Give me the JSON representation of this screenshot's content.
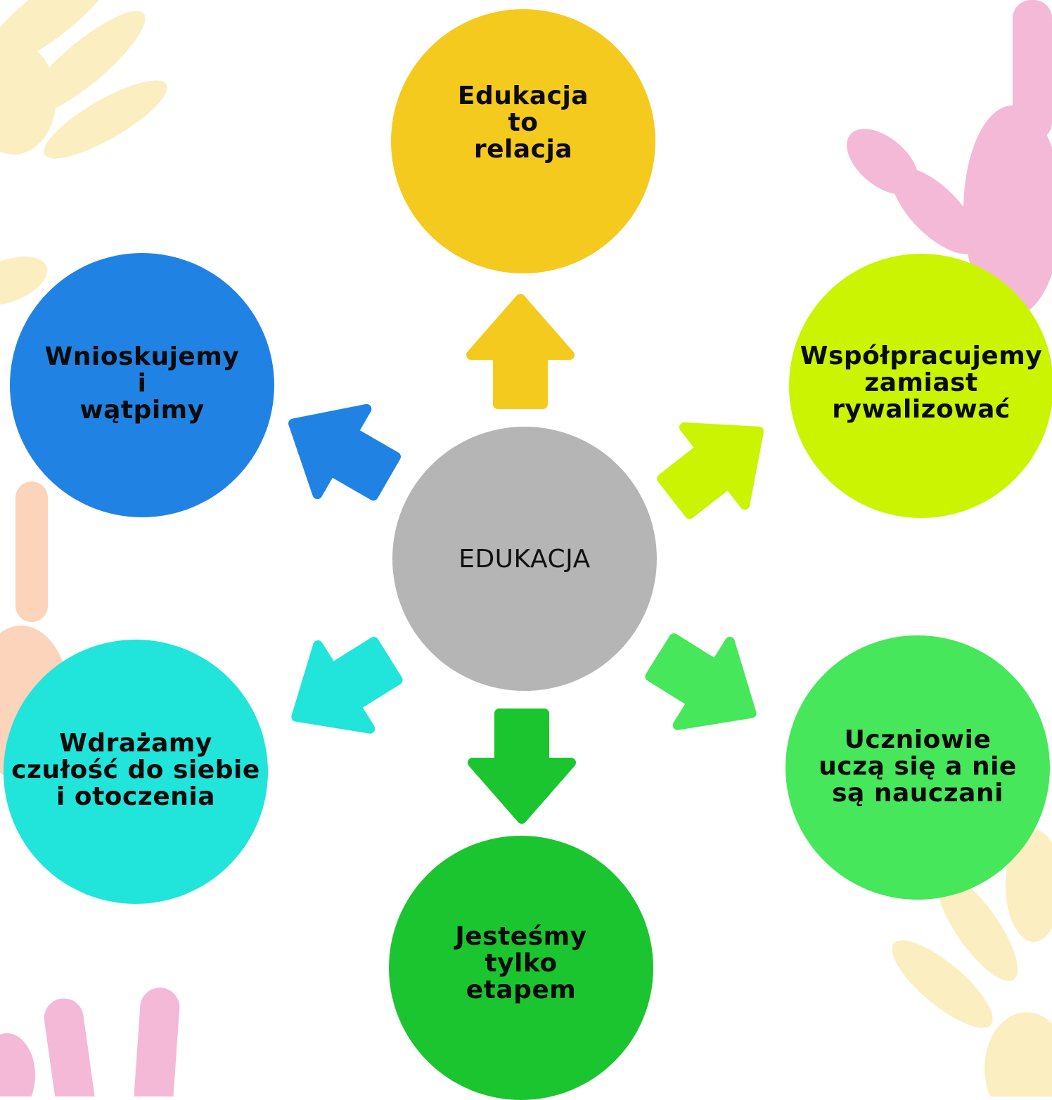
{
  "center": {
    "label": "EDUKACJA",
    "color": "#b5b5b5"
  },
  "nodes": [
    {
      "label": "Edukacja\nto\nrelacja",
      "color": "#f5ca1e"
    },
    {
      "label": "Współpracujemy\nzamiast\nrywalizować",
      "color": "#caf402"
    },
    {
      "label": "Uczniowie\nuczą się a nie\nsą nauczani",
      "color": "#46e75a"
    },
    {
      "label": "Jesteśmy\ntylko\netapem",
      "color": "#1bc530"
    },
    {
      "label": "Wdrażamy\nczułość do siebie\ni otoczenia",
      "color": "#21e4da"
    },
    {
      "label": "Wnioskujemy\ni\nwątpimy",
      "color": "#2083e3"
    }
  ],
  "decor_colors": {
    "yellow": "#fbeec1",
    "pink": "#f4b9d6",
    "peach": "#fcd3bb"
  }
}
